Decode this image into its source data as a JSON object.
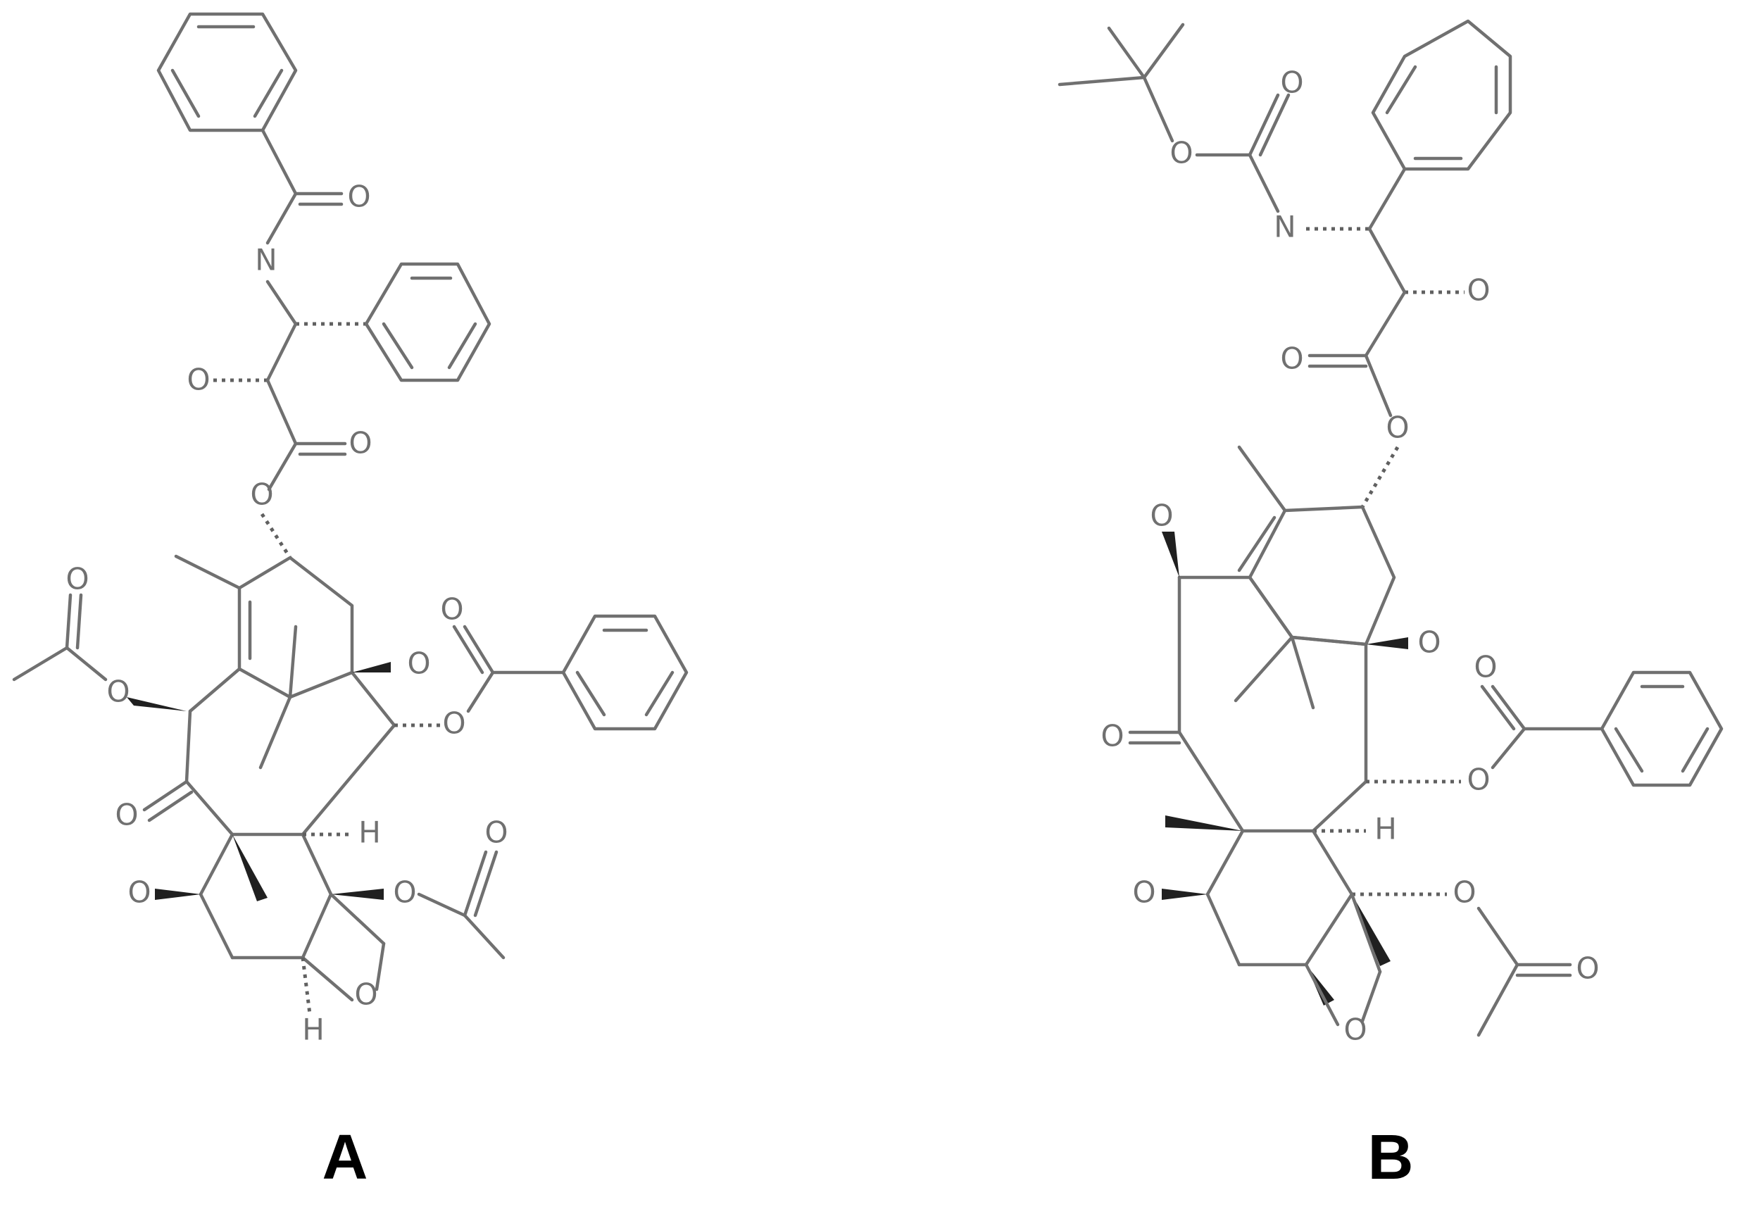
{
  "panels": [
    {
      "label": "A",
      "atoms": {
        "o": "O",
        "n": "N",
        "h": "H"
      }
    },
    {
      "label": "B",
      "atoms": {
        "o": "O",
        "n": "N",
        "h": "H"
      }
    }
  ],
  "colors": {
    "line": "#707070",
    "wedge": "#202020",
    "label": "#000000"
  }
}
